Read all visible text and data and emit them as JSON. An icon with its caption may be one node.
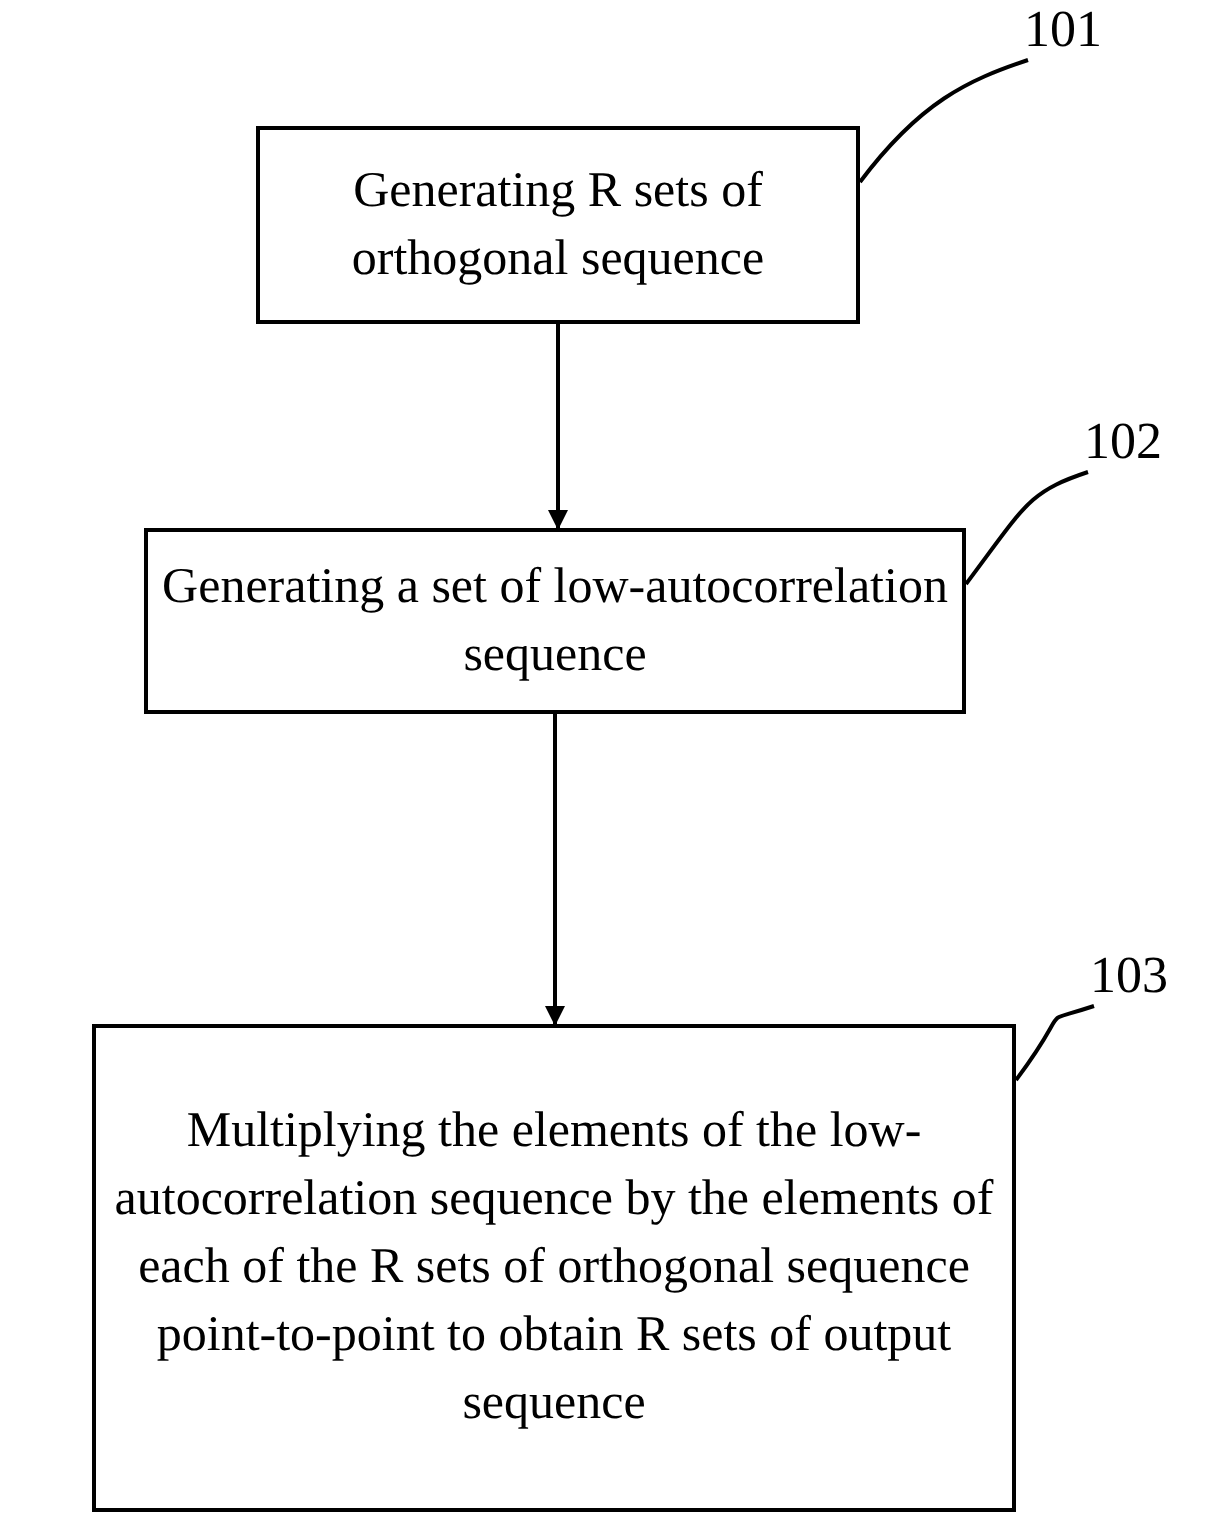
{
  "diagram": {
    "nodes": [
      {
        "text": [
          "Generating R sets of orthogonal sequence"
        ]
      },
      {
        "text": [
          "101"
        ]
      },
      {
        "text": [
          "Generating a set of low-autocorrelation sequence"
        ]
      },
      {
        "text": [
          "102"
        ]
      },
      {
        "text": [
          "Multiplying the elements of the low-autocorrelation sequence by the elements of each of the R sets of orthogonal sequence point-to-point to obtain R sets of output sequence"
        ]
      },
      {
        "text": [
          "103"
        ]
      }
    ],
    "edges": [
      {
        "from": 0,
        "to": 2,
        "arrow": "to"
      },
      {
        "from": 2,
        "to": 4,
        "arrow": "to"
      },
      {
        "from": 1,
        "to": 0,
        "arrow": "none"
      },
      {
        "from": 3,
        "to": 2,
        "arrow": "none"
      },
      {
        "from": 5,
        "to": 4,
        "arrow": "none"
      }
    ]
  }
}
